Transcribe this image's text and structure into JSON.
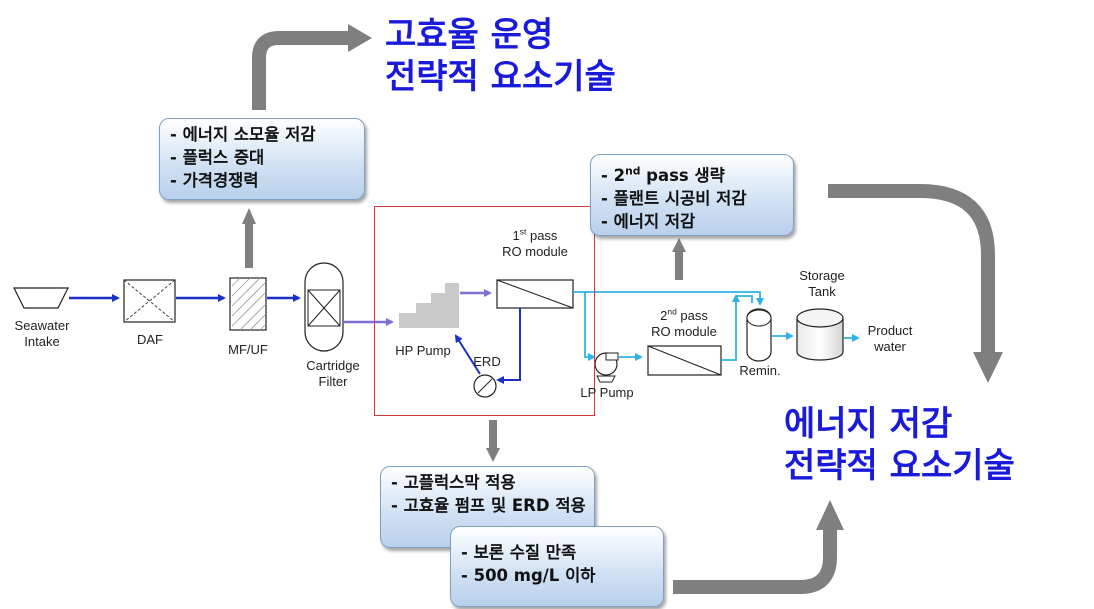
{
  "headlines": {
    "top": [
      "고효율 운영",
      "전략적 요소기술"
    ],
    "right": [
      "에너지 저감",
      "전략적 요소기술"
    ]
  },
  "callouts": {
    "pretreatment": [
      "- 에너지 소모율 저감",
      "- 플럭스 증대",
      "- 가격경쟁력"
    ],
    "second_pass": [
      "- 2nd pass 생략",
      "- 플랜트 시공비 저감",
      "- 에너지 저감"
    ],
    "membrane": [
      "- 고플럭스막 적용",
      "- 고효율 펌프 및 ERD 적용"
    ],
    "boron": [
      "- 보론 수질 만족",
      "- 500 mg/L 이하"
    ]
  },
  "labels": {
    "seawater_intake": [
      "Seawater",
      "Intake"
    ],
    "daf": "DAF",
    "mfuf": "MF/UF",
    "cartridge_filter": [
      "Cartridge",
      "Filter"
    ],
    "hp_pump": "HP Pump",
    "erd": "ERD",
    "first_pass": [
      "1st pass",
      "RO module"
    ],
    "second_pass": [
      "2nd pass",
      "RO module"
    ],
    "lp_pump": "LP Pump",
    "remin": "Remin.",
    "storage_tank": [
      "Storage",
      "Tank"
    ],
    "product_water": [
      "Product",
      "water"
    ]
  },
  "colors": {
    "headline": "#1a1adb",
    "feed_line": "#1c2fc6",
    "pretreated_line": "#7d6fd6",
    "permeate_line": "#2fb3e6",
    "arrow_gray": "#7f7f7f",
    "frame_red": "#d23a3a"
  }
}
